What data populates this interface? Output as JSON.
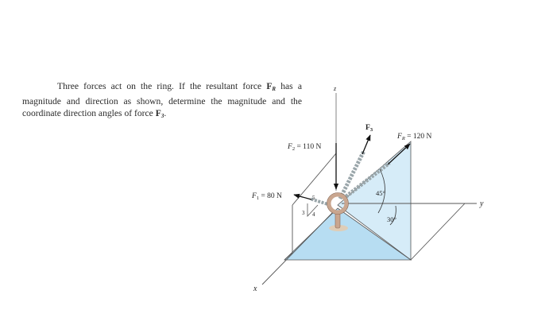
{
  "problem": {
    "text_part1": "Three forces act on the ring. If the resultant force ",
    "fr_symbol": "F",
    "fr_sub": "R",
    "text_part2": " has a magnitude and direction as shown, determine the magnitude and the coordinate direction angles of force ",
    "f3_symbol": "F",
    "f3_sub": "3",
    "text_end": "."
  },
  "figure": {
    "axes": {
      "x": "x",
      "y": "y",
      "z": "z"
    },
    "forces": {
      "f1": "F₁ = 80 N",
      "f2": "F₂ = 110 N",
      "f3": "F₃",
      "fr": "Fᵣ = 120 N"
    },
    "f1_labels": {
      "f1_sym": "F",
      "f1_sub": "1",
      "f1_val": " = 80 N"
    },
    "f2_labels": {
      "f2_sym": "F",
      "f2_sub": "2",
      "f2_val": " = 110 N"
    },
    "f3_labels": {
      "f3_sym": "F",
      "f3_sub": "3"
    },
    "fr_labels": {
      "fr_sym": "F",
      "fr_sub": "R",
      "fr_val": " = 120 N"
    },
    "slope_triangle": {
      "hyp": "5",
      "vert": "3",
      "horiz": "4"
    },
    "angles": {
      "elevation": "45°",
      "azimuth": "30°"
    },
    "colors": {
      "plane_blue": "#b9def2",
      "plane_light": "#d8eef9",
      "ring": "#c9a68f",
      "line": "#444444"
    }
  }
}
